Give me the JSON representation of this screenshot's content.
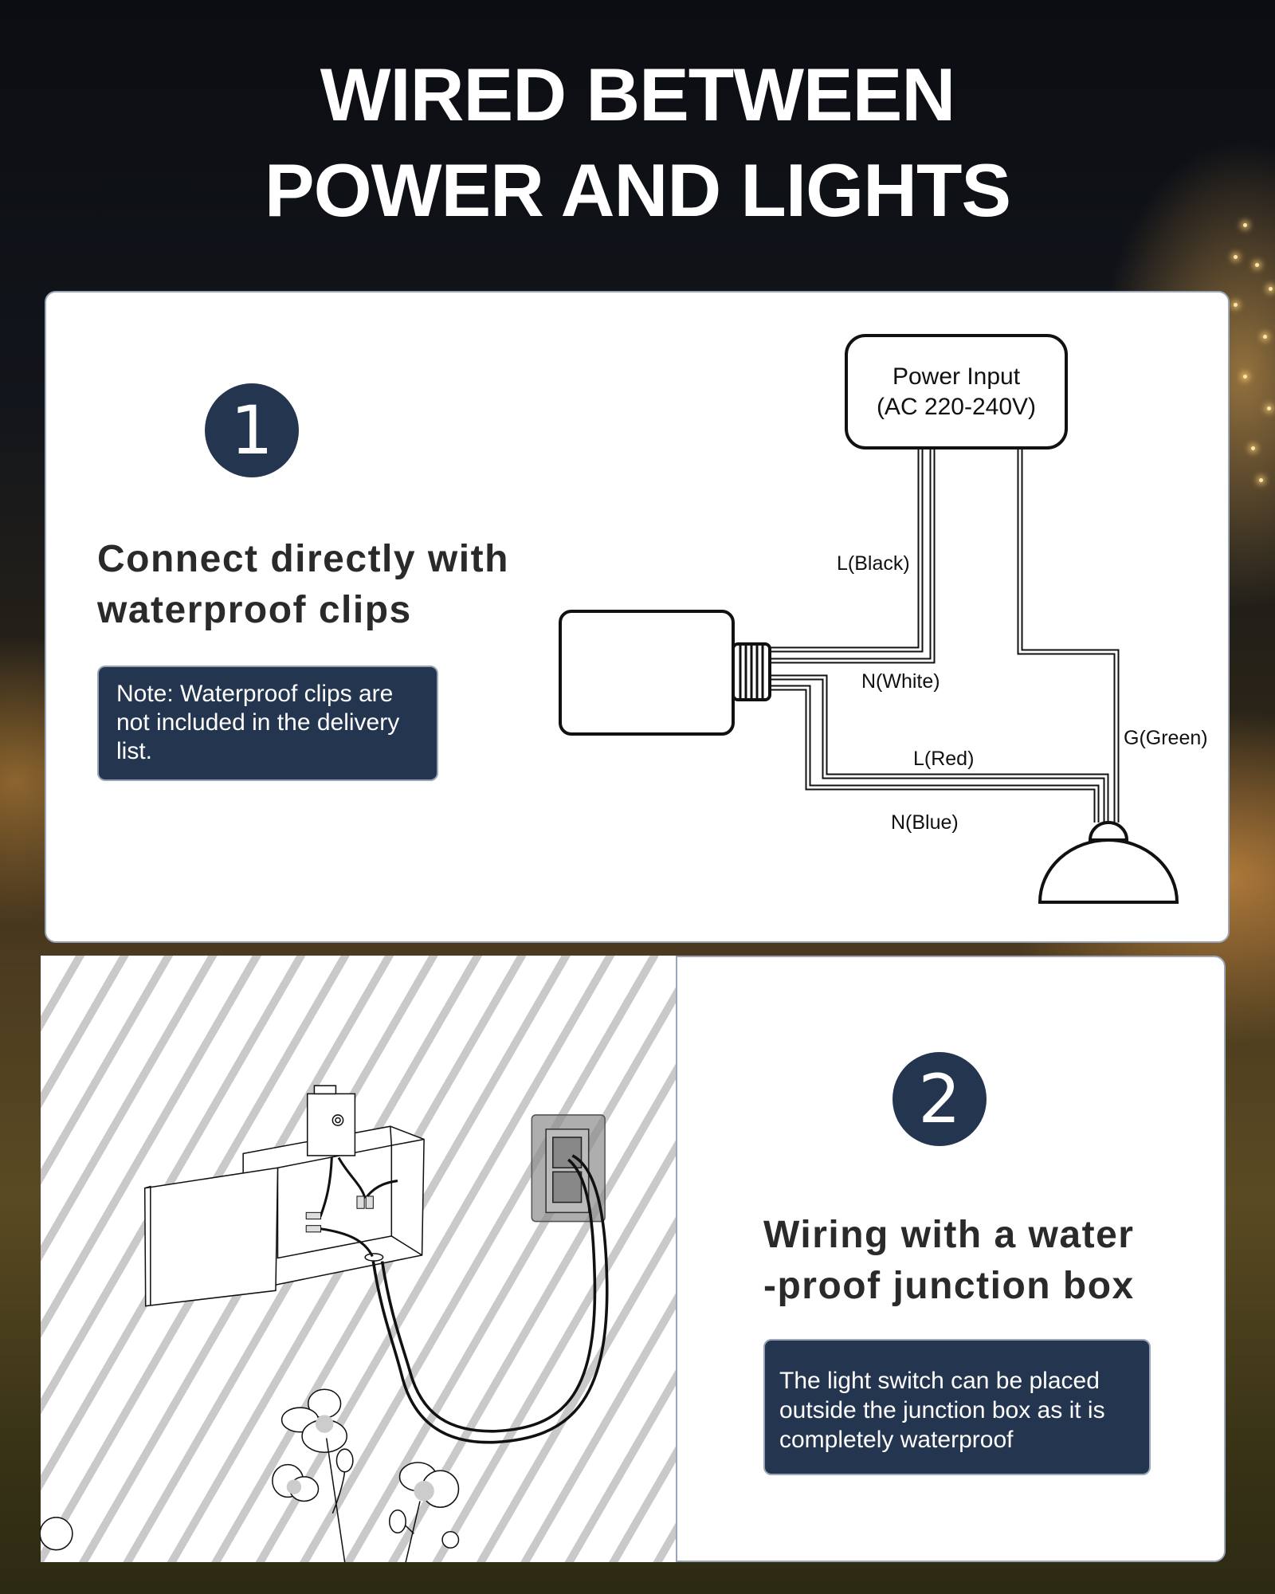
{
  "header": {
    "title_line1": "WIRED BETWEEN",
    "title_line2": "POWER AND LIGHTS"
  },
  "step1": {
    "number": "1",
    "heading_line1": "Connect directly with",
    "heading_line2": "waterproof clips",
    "note": "Note: Waterproof clips are not included in the delivery list.",
    "diagram": {
      "power_input_line1": "Power Input",
      "power_input_line2": "(AC 220-240V)",
      "wire_labels": {
        "l_black": "L(Black)",
        "n_white": "N(White)",
        "l_red": "L(Red)",
        "n_blue": "N(Blue)",
        "g_green": "G(Green)"
      }
    }
  },
  "step2": {
    "number": "2",
    "heading_line1": "Wiring with a water",
    "heading_line2": "-proof junction box",
    "note": "The light switch can be placed outside the junction box as it is completely waterproof"
  },
  "colors": {
    "accent_navy": "#243550",
    "card_border": "#9aa6b8",
    "stripe_gray": "#c9c9c9"
  }
}
